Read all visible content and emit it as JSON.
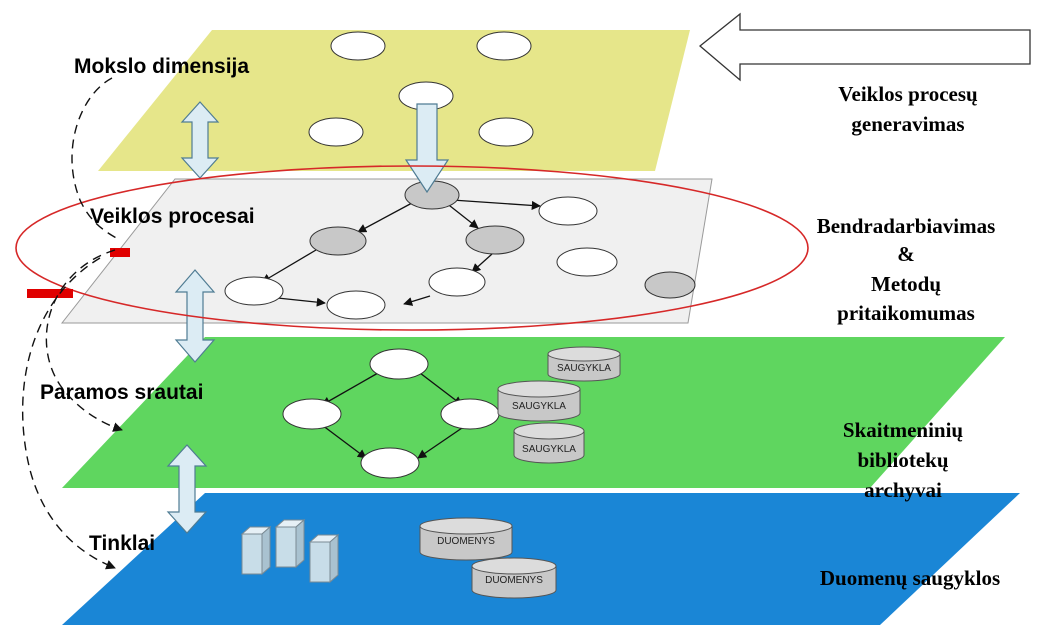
{
  "layers": {
    "science": {
      "label": "Mokslo dimensija",
      "color": "#e6e68a"
    },
    "processes": {
      "label": "Veiklos procesai",
      "color": "#f0f0f0"
    },
    "support": {
      "label": "Paramos srautai",
      "color": "#5fd65f"
    },
    "networks": {
      "label": "Tinklai",
      "color": "#1a86d6"
    }
  },
  "side_labels": {
    "generation": [
      "Veiklos procesų",
      "generavimas"
    ],
    "collaboration": [
      "Bendradarbiavimas",
      "&",
      "Metodų",
      "pritaikomumas"
    ],
    "digital_archives": [
      "Skaitmeninių",
      "bibliotekų",
      "archyvai"
    ],
    "data_storage": [
      "Duomenų saugyklos"
    ]
  },
  "storage_labels": [
    "SAUGYKLA",
    "SAUGYKLA",
    "SAUGYKLA"
  ],
  "data_labels": [
    "DUOMENYS",
    "DUOMENYS"
  ],
  "colors": {
    "ellipse_outline": "#d62828",
    "red_bar": "#e00000",
    "double_arrow_fill": "#dcecf4",
    "grey_node": "#c8c8c8",
    "cylinder": "#c8c8c8",
    "cube": "#c8dde8"
  }
}
